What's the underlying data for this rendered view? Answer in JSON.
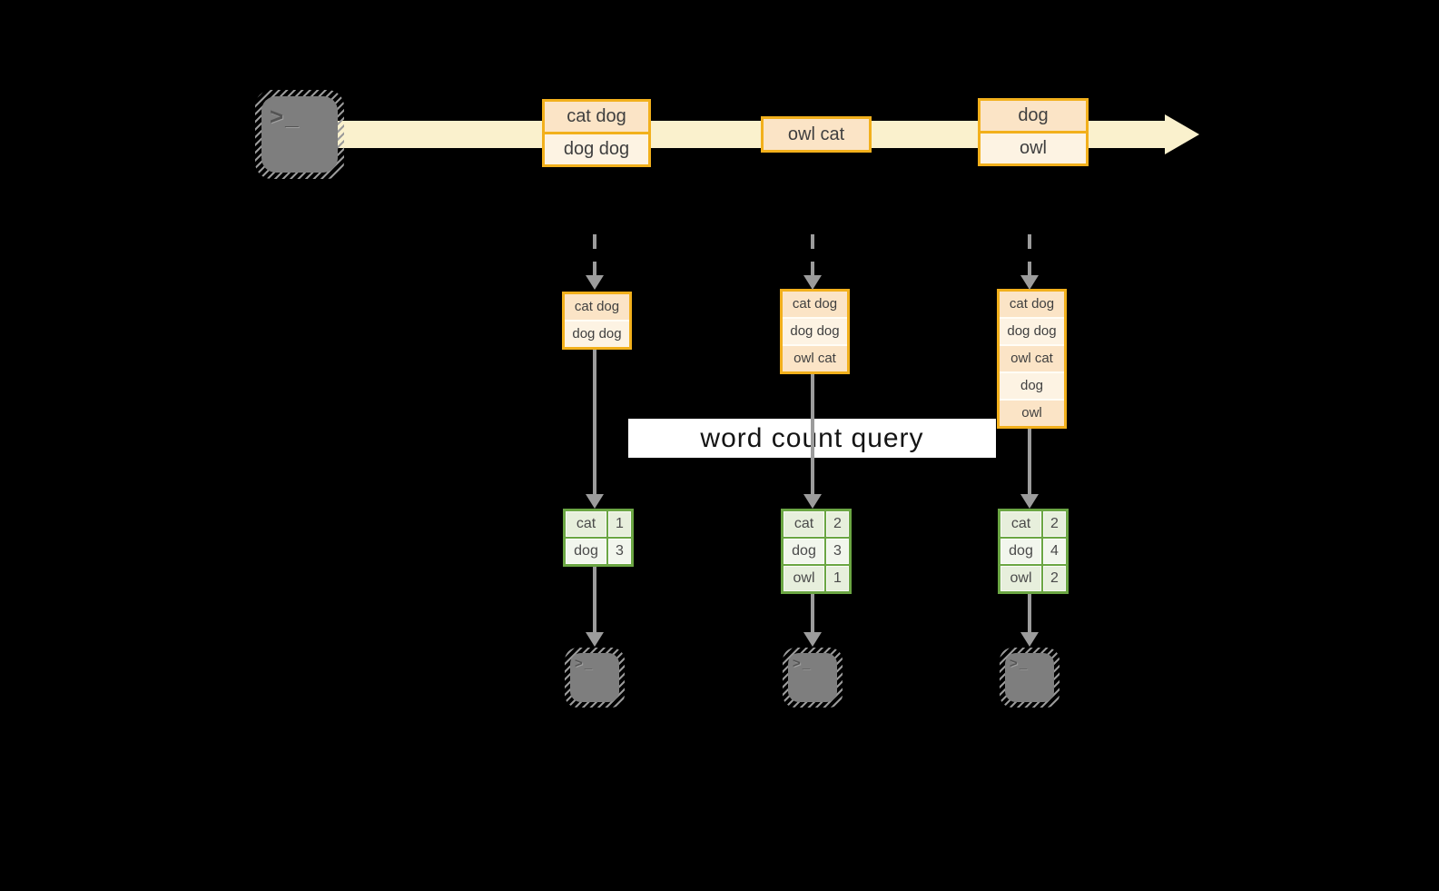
{
  "query_label": "word count query",
  "icons": {
    "source_prompt": ">_",
    "sink_prompt": ">_"
  },
  "stream": {
    "events": [
      {
        "rows": [
          "cat dog",
          "dog dog"
        ]
      },
      {
        "rows": [
          "owl cat"
        ]
      },
      {
        "rows": [
          "dog",
          "owl"
        ]
      }
    ]
  },
  "columns": [
    {
      "buffer": [
        "cat dog",
        "dog dog"
      ],
      "counts": [
        {
          "word": "cat",
          "count": "1"
        },
        {
          "word": "dog",
          "count": "3"
        }
      ]
    },
    {
      "buffer": [
        "cat dog",
        "dog dog",
        "owl cat"
      ],
      "counts": [
        {
          "word": "cat",
          "count": "2"
        },
        {
          "word": "dog",
          "count": "3"
        },
        {
          "word": "owl",
          "count": "1"
        }
      ]
    },
    {
      "buffer": [
        "cat dog",
        "dog dog",
        "owl cat",
        "dog",
        "owl"
      ],
      "counts": [
        {
          "word": "cat",
          "count": "2"
        },
        {
          "word": "dog",
          "count": "4"
        },
        {
          "word": "owl",
          "count": "2"
        }
      ]
    }
  ],
  "colors": {
    "background": "#000000",
    "stream_band": "#faf1cd",
    "event_border": "#f2b01c",
    "event_fill_dark": "#fbe4c6",
    "event_fill_light": "#fdf3e3",
    "table_border": "#6ba643",
    "table_fill_dark": "#e7efdc",
    "table_fill_light": "#f2f6ed",
    "arrow_gray": "#9c9c9c",
    "terminal_gray": "#7e7e7e",
    "label_bg": "#ffffff",
    "text_dark": "#3f3f3f"
  }
}
